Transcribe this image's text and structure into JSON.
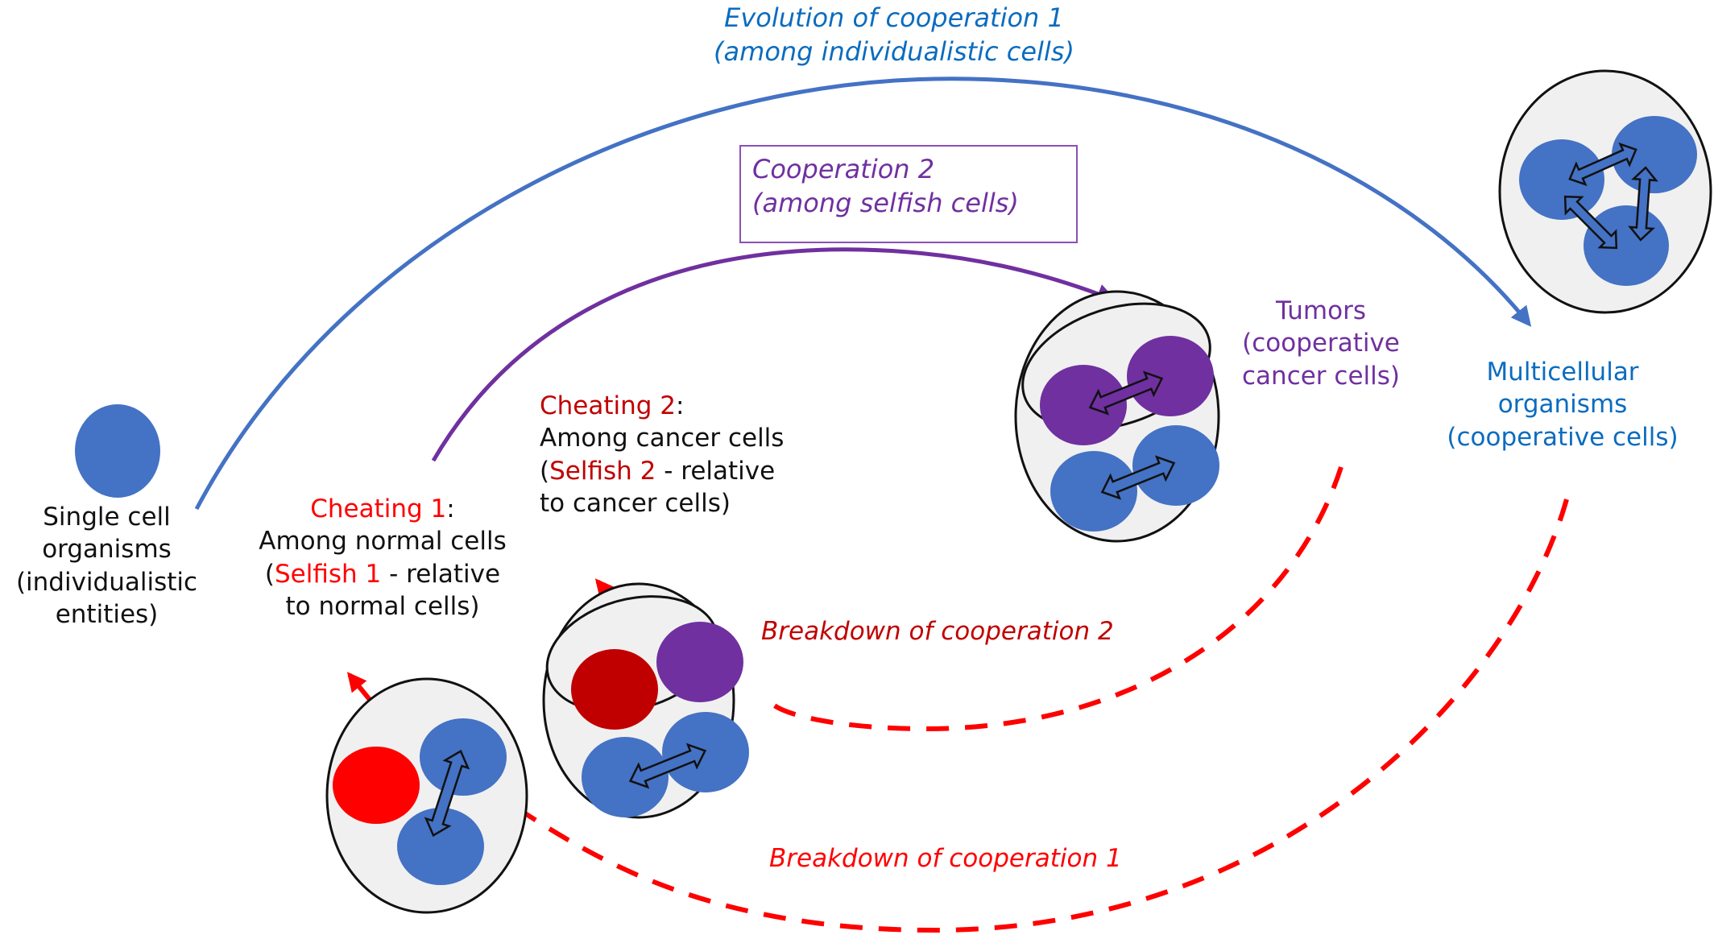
{
  "colors": {
    "blue_cell": "#4472c4",
    "blue_text": "#0b6cbf",
    "purple": "#7030a0",
    "red": "#ff0000",
    "dark_red": "#c00000",
    "cluster_fill": "#f0f0f0",
    "outline": "#111111"
  },
  "labels": {
    "evolution1": {
      "line1": "Evolution of cooperation 1",
      "line2": "(among individualistic cells)"
    },
    "cooperation2": {
      "line1": "Cooperation 2",
      "line2": "(among selfish cells)"
    },
    "single_cell": {
      "line1": "Single cell",
      "line2": "organisms",
      "line3": "(individualistic",
      "line4": "entities)"
    },
    "cheating1": {
      "title": "Cheating 1",
      "colon": ":",
      "line2": "Among normal cells",
      "open": "(",
      "selfish": "Selfish 1",
      "rest": " - relative",
      "line4": "to normal cells)"
    },
    "cheating2": {
      "title": "Cheating 2",
      "colon": ":",
      "line2": "Among cancer cells",
      "open": "(",
      "selfish": "Selfish 2",
      "rest": " - relative",
      "line4": "to cancer cells)"
    },
    "tumors": {
      "line1": "Tumors",
      "line2": "(cooperative",
      "line3": "cancer cells)"
    },
    "multicellular": {
      "line1": "Multicellular",
      "line2": "organisms",
      "line3": "(cooperative cells)"
    },
    "breakdown2": "Breakdown of cooperation 2",
    "breakdown1": "Breakdown of cooperation 1"
  },
  "nodes": [
    {
      "id": "single-cell",
      "cells": [
        "blue"
      ]
    },
    {
      "id": "cheating1-cluster",
      "cells": [
        "red",
        "blue",
        "blue"
      ],
      "links": 1
    },
    {
      "id": "cheating2-cluster",
      "cells": [
        "dark_red",
        "purple",
        "blue",
        "blue"
      ],
      "links": 1
    },
    {
      "id": "tumor-cluster",
      "cells": [
        "purple",
        "purple",
        "blue",
        "blue"
      ],
      "links": 2
    },
    {
      "id": "multicellular-cluster",
      "cells": [
        "blue",
        "blue",
        "blue"
      ],
      "links": 3
    }
  ],
  "arrows": [
    {
      "id": "evolution-cooperation-1",
      "from": "single-cell",
      "to": "multicellular-cluster",
      "style": "solid",
      "color": "blue"
    },
    {
      "id": "cooperation-2",
      "from": "cheating1",
      "to": "tumor-cluster",
      "style": "solid",
      "color": "purple"
    },
    {
      "id": "breakdown-cooperation-2",
      "from": "tumor-cluster",
      "to": "cheating2-cluster",
      "style": "dashed",
      "color": "red"
    },
    {
      "id": "breakdown-cooperation-1",
      "from": "multicellular-cluster",
      "to": "cheating1-cluster",
      "style": "dashed",
      "color": "red"
    }
  ]
}
